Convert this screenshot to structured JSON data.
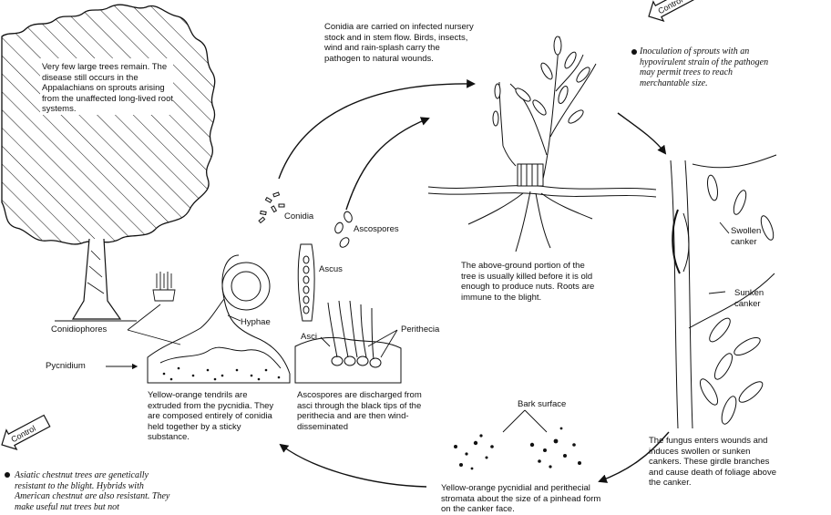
{
  "control_label": "Control",
  "captions": {
    "large_trees": "Very few large trees remain. The disease still occurs in the Appalachians on sprouts arising from the unaffected long-lived root systems.",
    "conidia_spread": "Conidia are carried on infected nursery stock and in stem flow. Birds, insects, wind and rain-splash carry the pathogen to natural wounds.",
    "inoculation": "Inoculation of sprouts with an hypovirulent strain of the pathogen may permit trees to reach merchantable size.",
    "above_ground": "The above-ground portion of the tree is usually killed before it is old enough to produce nuts. Roots are immune to the blight.",
    "fungus_enters": "The fungus enters wounds and induces swollen or sunken cankers. These girdle branches and cause death of foliage above the canker.",
    "pycnidial": "Yellow-orange pycnidial and perithecial stromata about the size of a pinhead form on the canker face.",
    "tendrils": "Yellow-orange tendrils are extruded from the pycnidia. They are composed entirely of conidia held together by a sticky substance.",
    "ascospores_discharged": "Ascospores are discharged from asci through the black tips of the perithecia and are then wind-disseminated",
    "asiatic": "Asiatic chestnut trees are genetically resistant to the blight. Hybrids with American chestnut are also resistant. They make useful nut trees but not"
  },
  "labels": {
    "conidia": "Conidia",
    "ascospores": "Ascospores",
    "ascus": "Ascus",
    "hyphae": "Hyphae",
    "asci": "Asci",
    "perithecia": "Perithecia",
    "conidiophores": "Conidiophores",
    "pycnidium": "Pycnidium",
    "swollen_canker": "Swollen canker",
    "sunken_canker": "Sunken canker",
    "bark_surface": "Bark surface"
  },
  "colors": {
    "ink": "#111111",
    "paper": "#ffffff"
  },
  "icons": [
    "control-arrow-icon",
    "bullet-icon"
  ]
}
